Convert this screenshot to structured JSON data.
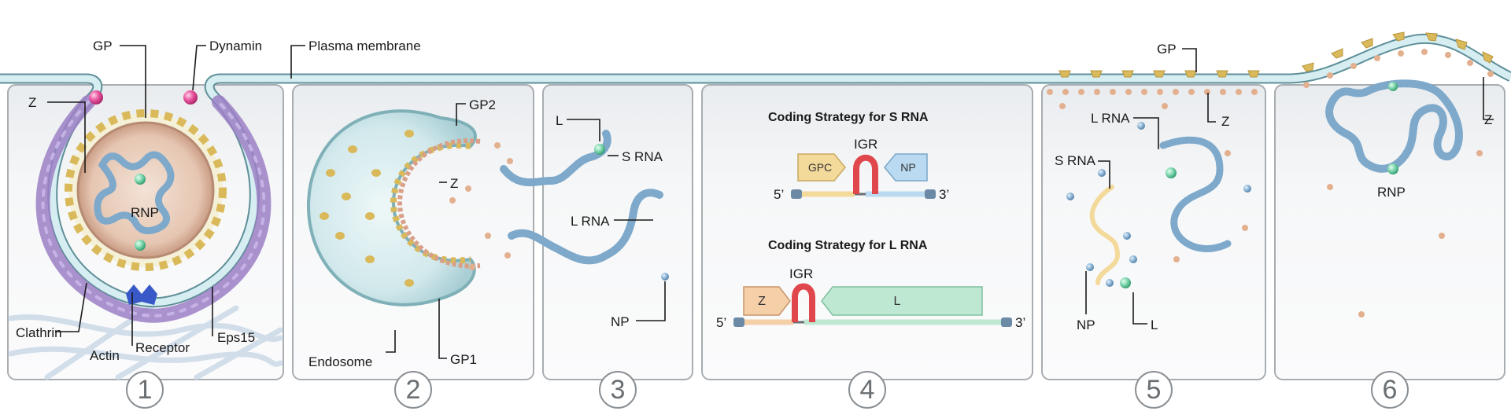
{
  "labels": {
    "gp_top": "GP",
    "dynamin": "Dynamin",
    "plasma_membrane": "Plasma membrane",
    "z_1": "Z",
    "rnp_1": "RNP",
    "clathrin": "Clathrin",
    "receptor": "Receptor",
    "eps15": "Eps15",
    "actin": "Actin",
    "gp2": "GP2",
    "z_2": "Z",
    "endosome": "Endosome",
    "gp1": "GP1",
    "l_3": "L",
    "s_rna_3": "S RNA",
    "l_rna_3": "L RNA",
    "np_3": "NP",
    "gp_5": "GP",
    "z_5": "Z",
    "l_rna_5": "L RNA",
    "s_rna_5": "S RNA",
    "np_5": "NP",
    "l_5": "L",
    "z_6": "Z",
    "rnp_6": "RNP"
  },
  "coding": {
    "s_title": "Coding Strategy for S RNA",
    "s_igr": "IGR",
    "s_gpc": "GPC",
    "s_np": "NP",
    "s_5prime": "5’",
    "s_3prime": "3’",
    "l_title": "Coding Strategy for L RNA",
    "l_igr": "IGR",
    "l_z": "Z",
    "l_l": "L",
    "l_5prime": "5’",
    "l_3prime": "3’"
  },
  "steps": [
    "1",
    "2",
    "3",
    "4",
    "5",
    "6"
  ],
  "colors": {
    "membrane": "#cfe8ec",
    "membrane_edge": "#5e8f98",
    "panel_bg": "#f4f5f7",
    "clathrin": "#9b7fc4",
    "gp_spike": "#d9b95a",
    "rnp": "#8fb6d6",
    "z_particle": "#e3b08f",
    "igr": "#e0474c",
    "gpc_arrow": "#f3d99a",
    "np_arrow": "#b9daf0",
    "l_arrow": "#bfe8d2",
    "z_arrow": "#f5cfa8"
  }
}
